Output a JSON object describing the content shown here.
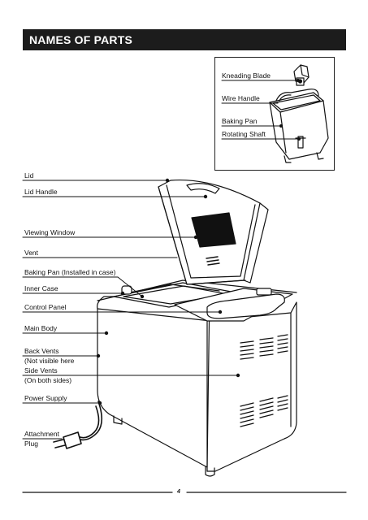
{
  "header": {
    "title": "NAMES OF PARTS"
  },
  "inset_labels": {
    "kneading_blade": "Kneading Blade",
    "wire_handle": "Wire Handle",
    "baking_pan": "Baking Pan",
    "rotating_shaft": "Rotating Shaft"
  },
  "part_labels": {
    "lid": "Lid",
    "lid_handle": "Lid Handle",
    "viewing_window": "Viewing Window",
    "vent": "Vent",
    "baking_pan_installed": "Baking Pan (Installed in case)",
    "inner_case": "Inner Case",
    "control_panel": "Control Panel",
    "main_body": "Main Body",
    "back_vents": "Back Vents",
    "back_vents_note": "(Not visible here",
    "side_vents": "Side Vents",
    "side_vents_note": "(On both sides)",
    "power_supply": "Power Supply",
    "attachment": "Attachment",
    "plug": "Plug"
  },
  "footer": {
    "page_number": "4"
  }
}
